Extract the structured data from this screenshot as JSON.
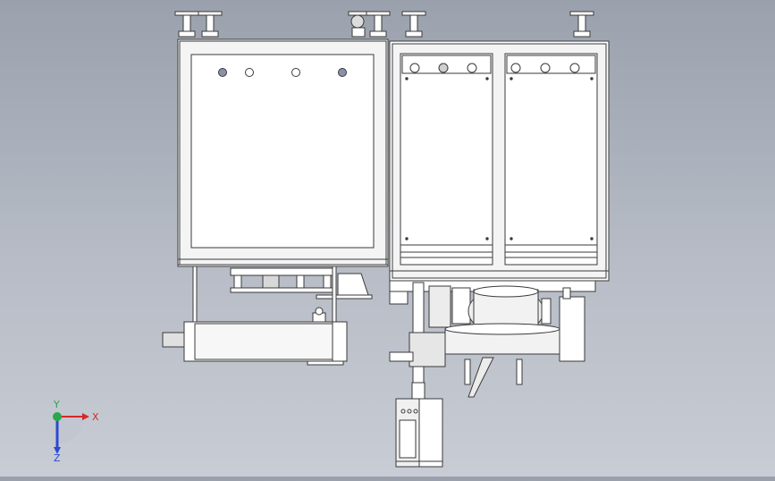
{
  "viewport": {
    "background_top": "#9aa1ad",
    "background_bottom": "#c8ccd4",
    "line_color": "#3a3a3a",
    "panel_fill": "#ffffff",
    "shade_fill": "#e8e8e8"
  },
  "triad": {
    "x_label": "X",
    "y_label": "Y",
    "z_label": "Z",
    "x_color": "#d32a2a",
    "y_color": "#2aa84a",
    "z_color": "#2a4ad3"
  }
}
